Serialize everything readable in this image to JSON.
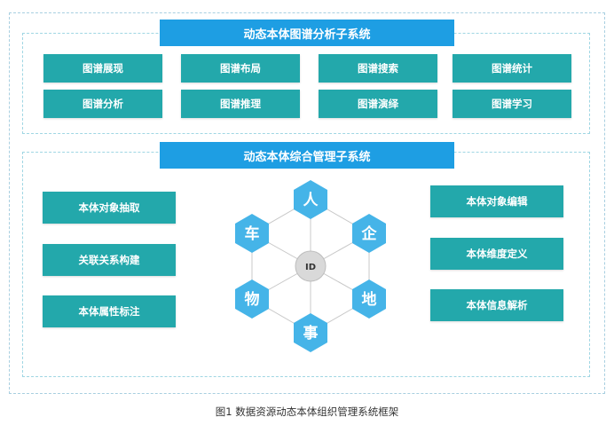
{
  "top_section": {
    "title": "动态本体图谱分析子系统",
    "items": [
      "图谱展现",
      "图谱布局",
      "图谱搜索",
      "图谱统计",
      "图谱分析",
      "图谱推理",
      "图谱演绎",
      "图谱学习"
    ]
  },
  "bottom_section": {
    "title": "动态本体综合管理子系统",
    "left_items": [
      "本体对象抽取",
      "关联关系构建",
      "本体属性标注"
    ],
    "right_items": [
      "本体对象编辑",
      "本体维度定义",
      "本体信息解析"
    ],
    "center": "ID",
    "hexagons": [
      "人",
      "企",
      "地",
      "事",
      "物",
      "车"
    ]
  },
  "caption": "图1 数据资源动态本体组织管理系统框架",
  "colors": {
    "title_bar": "#1e9ee3",
    "teal_box": "#23a8ab",
    "hexagon": "#45b4e8",
    "center_circle": "#d9d9d9"
  }
}
